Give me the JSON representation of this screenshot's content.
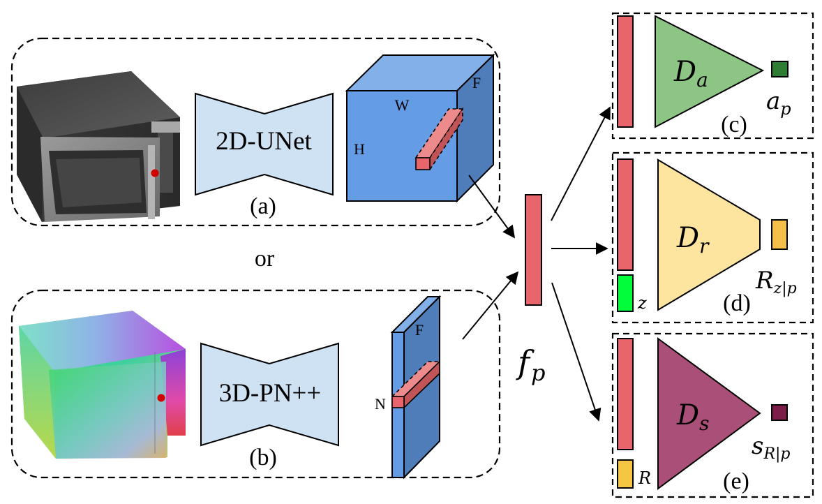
{
  "figure": {
    "branch_a": {
      "network_label": "2D-UNet",
      "caption": "(a)",
      "input": "microwave-rendered-image",
      "feature_map": {
        "dims": [
          "H",
          "W",
          "F"
        ]
      }
    },
    "separator": "or",
    "branch_b": {
      "network_label": "3D-PN++",
      "caption": "(b)",
      "input": "microwave-point-cloud",
      "feature_map": {
        "dims": [
          "N",
          "F"
        ]
      }
    },
    "feature": {
      "label": "f",
      "subscript": "p"
    },
    "decoders": [
      {
        "caption": "(c)",
        "name": "D",
        "name_sub": "a",
        "output": "a",
        "output_sub": "p",
        "extra_input": null,
        "colors": {
          "decoder": "#8dc584",
          "output": "#2e7d32"
        }
      },
      {
        "caption": "(d)",
        "name": "D",
        "name_sub": "r",
        "output": "R",
        "output_sub": "z|p",
        "extra_input": "z",
        "colors": {
          "decoder": "#fde5a0",
          "output": "#f4c04a",
          "extra": "#00ff3a"
        }
      },
      {
        "caption": "(e)",
        "name": "D",
        "name_sub": "s",
        "output": "s",
        "output_sub": "R|p",
        "extra_input": "R",
        "colors": {
          "decoder": "#aa4f78",
          "output": "#7b1c49",
          "extra": "#f5c544"
        }
      }
    ],
    "colors": {
      "feature_vector": "#e8666b",
      "hourglass": "#cfe2f3",
      "cube_front": "#649ce6",
      "cube_top": "#84b0ea",
      "cube_side": "#4f7db9",
      "keypoint": "#d00000"
    }
  }
}
